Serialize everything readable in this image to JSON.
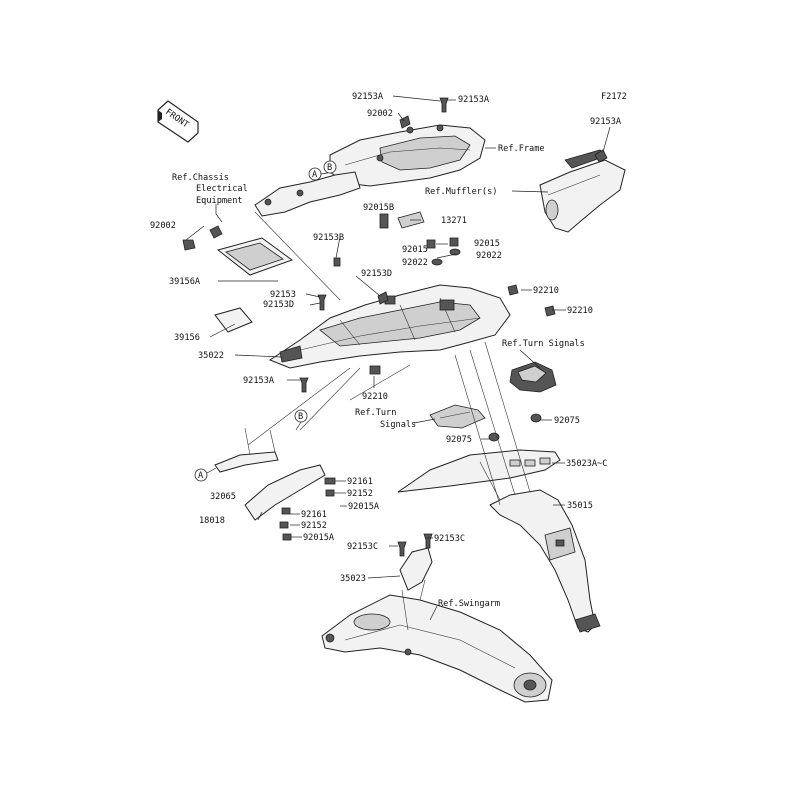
{
  "figure_code": "F2172",
  "front_label": "FRONT",
  "callout_a": "A",
  "callout_b": "B",
  "labels": {
    "p92153A_top_left": "92153A",
    "p92153A_top_right": "92153A",
    "p92153A_far_right": "92153A",
    "p92002_top": "92002",
    "ref_frame": "Ref.Frame",
    "ref_chassis_1": "Ref.Chassis",
    "ref_chassis_2": "Electrical",
    "ref_chassis_3": "Equipment",
    "ref_muffler": "Ref.Muffler(s)",
    "p92002_left": "92002",
    "p92015B": "92015B",
    "p13271": "13271",
    "p92153B": "92153B",
    "p92015_mid": "92015",
    "p92015_right": "92015",
    "p92022_mid": "92022",
    "p92022_right": "92022",
    "p39156A": "39156A",
    "p92153D_mid": "92153D",
    "p92210_upper": "92210",
    "p92153": "92153",
    "p92153D_left": "92153D",
    "p92210_right": "92210",
    "p39156": "39156",
    "p35022": "35022",
    "ref_turn_signals_right": "Ref.Turn Signals",
    "p92153A_lower": "92153A",
    "p92210_lower": "92210",
    "ref_turn_signals_mid_1": "Ref.Turn",
    "ref_turn_signals_mid_2": "Signals",
    "p92075_right": "92075",
    "p92075_mid": "92075",
    "p35023AC": "35023A~C",
    "p92161_a": "92161",
    "p32065": "32065",
    "p92152_a": "92152",
    "p92015A_a": "92015A",
    "p35015": "35015",
    "p18018": "18018",
    "p92161_b": "92161",
    "p92152_b": "92152",
    "p92015A_b": "92015A",
    "p92153C_left": "92153C",
    "p92153C_right": "92153C",
    "p35023": "35023",
    "ref_swingarm": "Ref.Swingarm"
  }
}
